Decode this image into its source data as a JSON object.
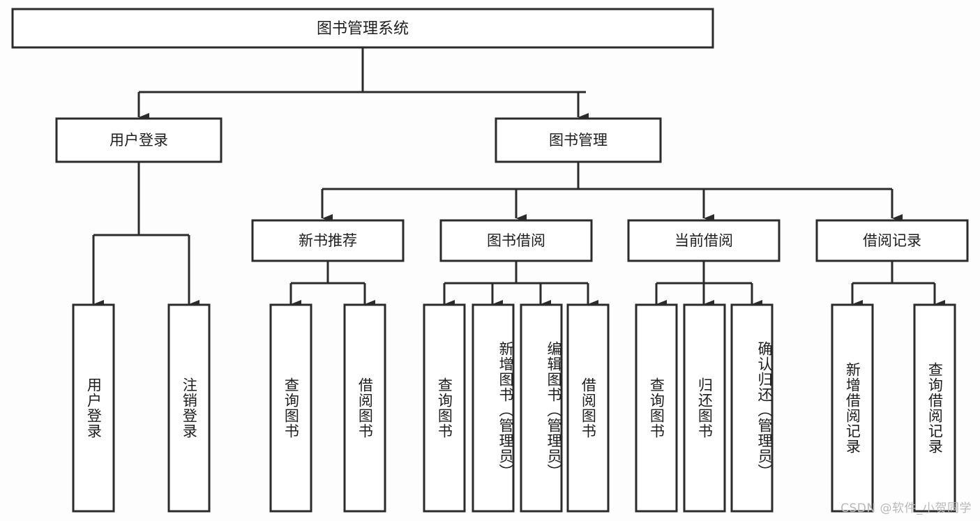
{
  "diagram": {
    "type": "tree-hierarchy",
    "title": "图书管理系统",
    "orientation": "top-down",
    "colors": {
      "box_stroke": "#2b2b2b",
      "box_fill": "#ffffff",
      "text": "#1d1d1d",
      "background": "#fdfdfd",
      "watermark": "#b9b9b9"
    },
    "root": {
      "label": "图书管理系统"
    },
    "level1": [
      {
        "label": "用户登录"
      },
      {
        "label": "图书管理"
      }
    ],
    "level2": [
      {
        "label": "新书推荐"
      },
      {
        "label": "图书借阅"
      },
      {
        "label": "当前借阅"
      },
      {
        "label": "借阅记录"
      }
    ],
    "leaves_user_login": [
      {
        "label": "用户登录"
      },
      {
        "label": "注销登录"
      }
    ],
    "leaves_new_book": [
      {
        "label": "查询图书"
      },
      {
        "label": "借阅图书"
      }
    ],
    "leaves_borrow": [
      {
        "label": "查询图书"
      },
      {
        "label": "新增图书（管理员）"
      },
      {
        "label": "编辑图书（管理员）"
      },
      {
        "label": "借阅图书"
      }
    ],
    "leaves_current": [
      {
        "label": "查询图书"
      },
      {
        "label": "归还图书"
      },
      {
        "label": "确认归还（管理员）"
      }
    ],
    "leaves_record": [
      {
        "label": "新增借阅记录"
      },
      {
        "label": "查询借阅记录"
      }
    ]
  },
  "watermark": {
    "text": "CSDN @软件_小贺同学"
  }
}
